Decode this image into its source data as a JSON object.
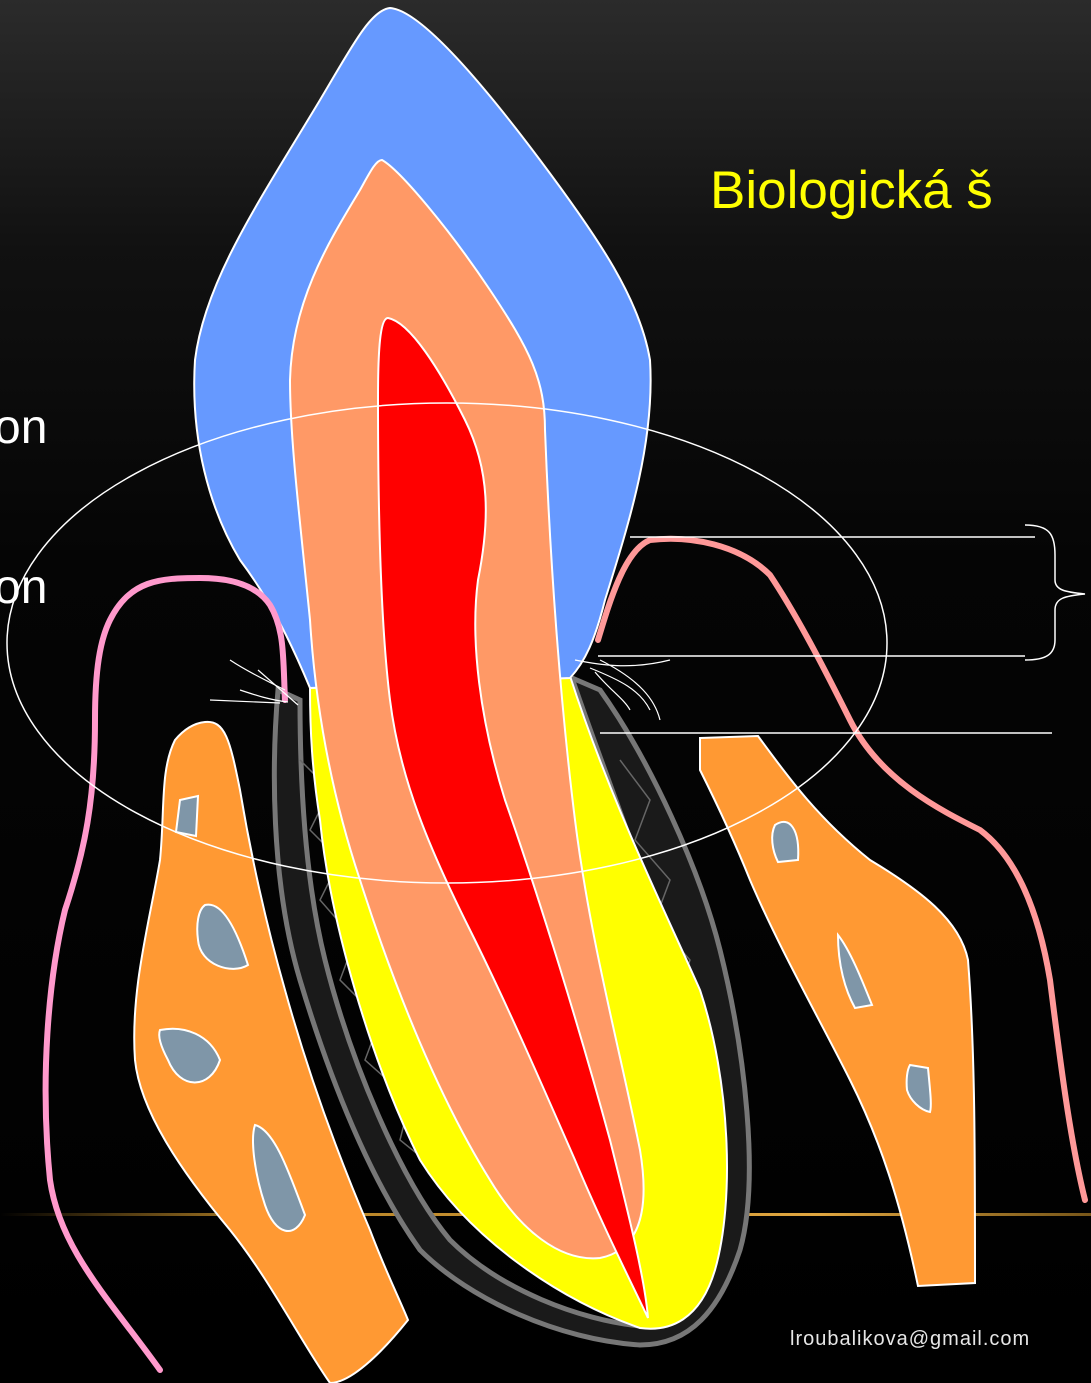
{
  "slide": {
    "title": "Biologická š",
    "side_text_1": "on",
    "side_text_2": "on",
    "footer_email": "lroubalikova@gmail.com"
  },
  "colors": {
    "enamel": "#6699ff",
    "dentin": "#ff9966",
    "pulp": "#ff0000",
    "cementum": "#ffff00",
    "bone": "#ff9933",
    "bone_marrow": "#7f96a8",
    "gingiva_left": "#ff99cc",
    "gingiva_right": "#ff9999",
    "periodontal_ligament": "#777777",
    "outline": "#ffffff",
    "gold_line": "#c8902a"
  },
  "icons": [
    "tooth-diagram",
    "curly-brace"
  ]
}
